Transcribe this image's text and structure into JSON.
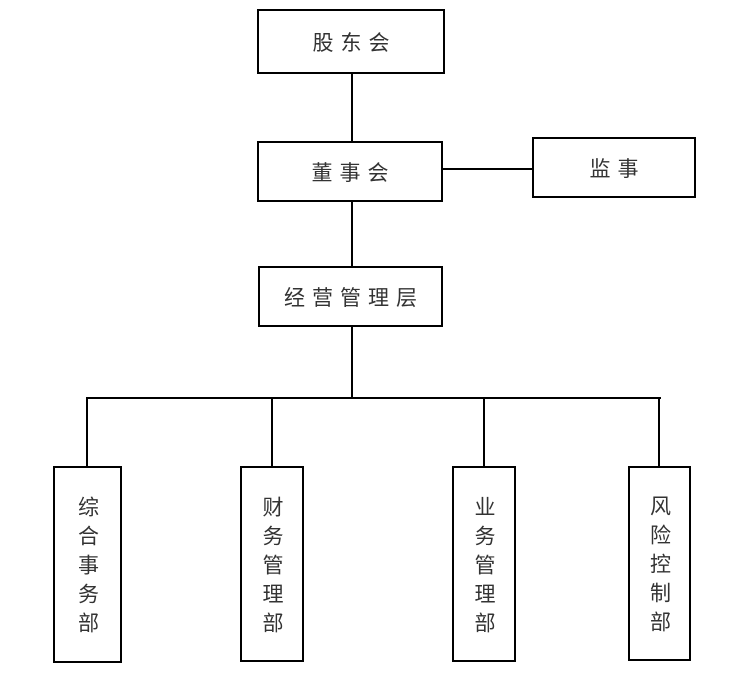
{
  "diagram": {
    "type": "org-chart",
    "nodes": {
      "shareholders": {
        "label": "股东会"
      },
      "board": {
        "label": "董事会"
      },
      "supervisors": {
        "label": "监事"
      },
      "management": {
        "label": "经营管理层"
      },
      "general_affairs": {
        "label": "综合事务部"
      },
      "finance": {
        "label": "财务管理部"
      },
      "business": {
        "label": "业务管理部"
      },
      "risk_control": {
        "label": "风险控制部"
      }
    },
    "edges": [
      {
        "from": "shareholders",
        "to": "board"
      },
      {
        "from": "board",
        "to": "supervisors"
      },
      {
        "from": "board",
        "to": "management"
      },
      {
        "from": "management",
        "to": "general_affairs"
      },
      {
        "from": "management",
        "to": "finance"
      },
      {
        "from": "management",
        "to": "business"
      },
      {
        "from": "management",
        "to": "risk_control"
      }
    ],
    "colors": {
      "line": "#000000",
      "text": "#333333",
      "background": "#ffffff"
    }
  }
}
